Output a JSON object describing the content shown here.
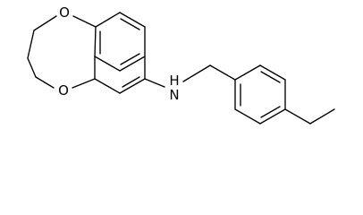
{
  "molecule": {
    "atoms": {
      "o_top": "O",
      "o_bottom": "O",
      "amine": "H\nN"
    },
    "colors": {
      "bond": "#000000",
      "label": "#000000",
      "background": "#ffffff"
    }
  }
}
